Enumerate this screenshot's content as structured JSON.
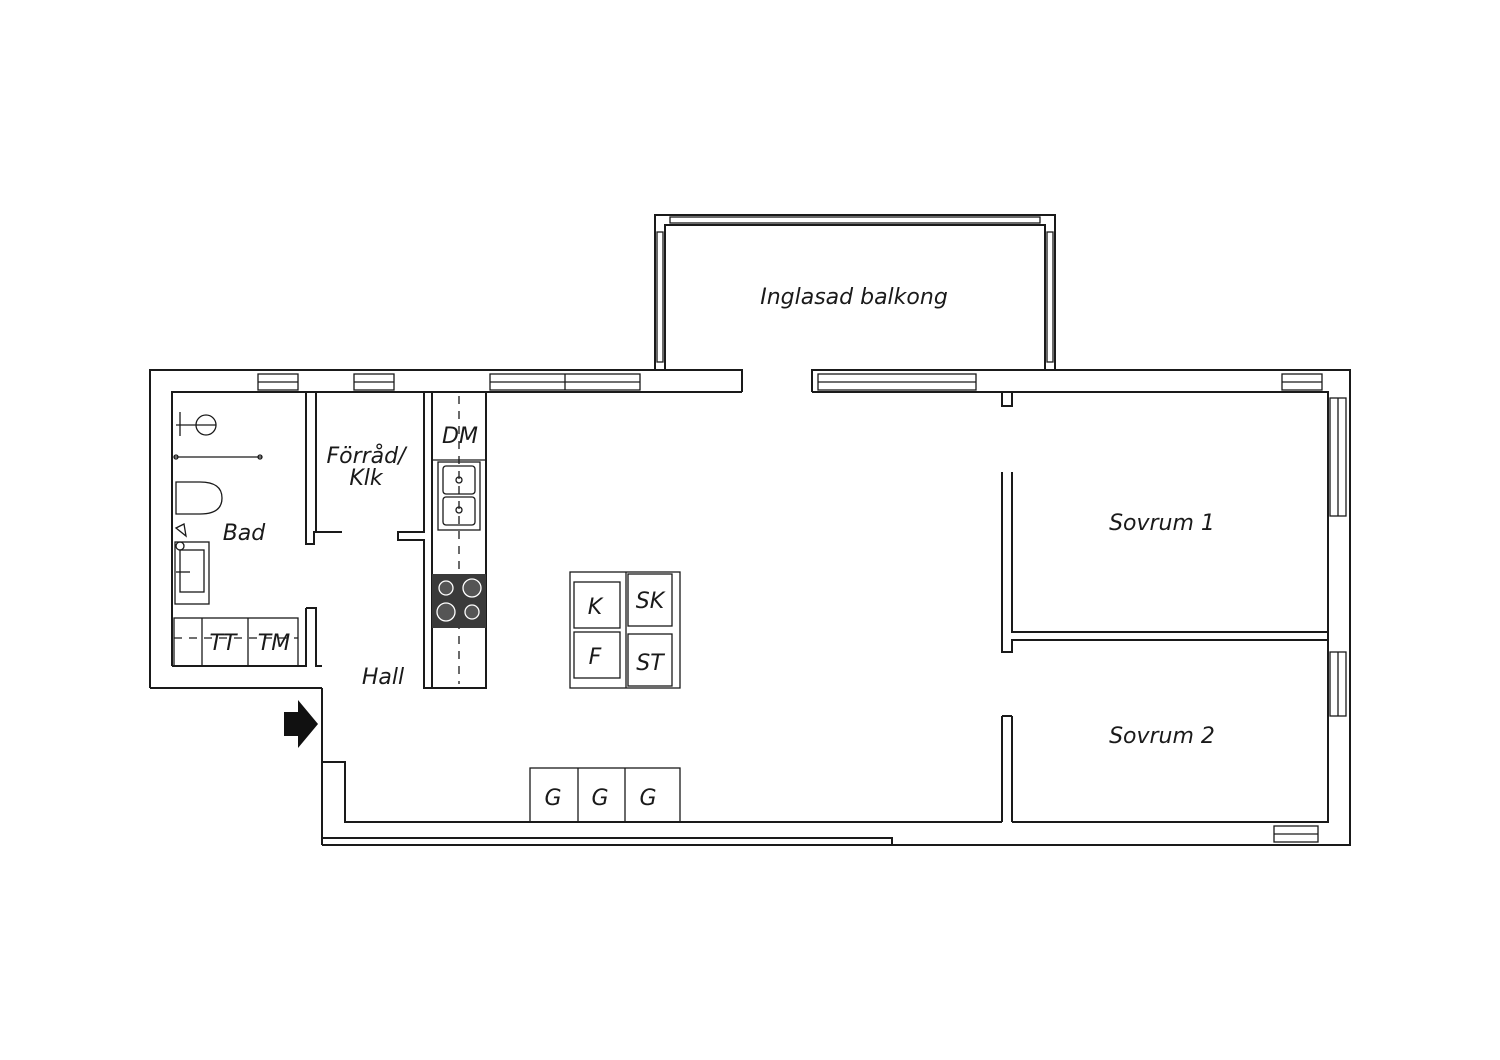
{
  "rooms": {
    "balcony": "Inglasad balkong",
    "storage_line1": "Förråd/",
    "storage_line2": "Klk",
    "bath": "Bad",
    "hall": "Hall",
    "bedroom1": "Sovrum 1",
    "bedroom2": "Sovrum 2"
  },
  "appliances": {
    "dishwasher": "DM",
    "fridge": "K",
    "freezer": "F",
    "tall_cabinet": "SK",
    "cleaning_cabinet": "ST",
    "dryer": "TT",
    "washer": "TM",
    "wardrobe_1": "G",
    "wardrobe_2": "G",
    "wardrobe_3": "G"
  },
  "colors": {
    "line": "#1a1a1a",
    "stove": "#3a3a3a",
    "background": "#ffffff"
  },
  "icons": [
    "entrance-arrow-icon",
    "shower-icon",
    "toilet-icon",
    "sink-icon",
    "kitchen-sink-icon",
    "stove-icon"
  ]
}
